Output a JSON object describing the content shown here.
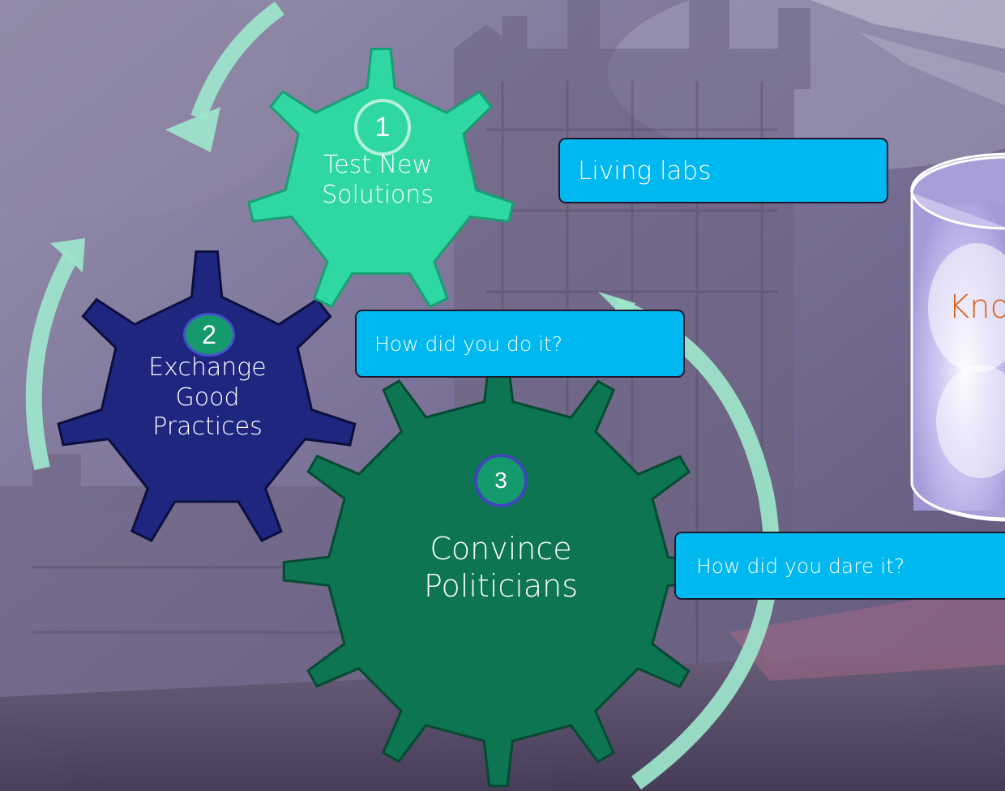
{
  "gears": [
    {
      "number": "1",
      "label_lines": [
        "Test New",
        "Solutions"
      ],
      "color": "#2fd8a3"
    },
    {
      "number": "2",
      "label_lines": [
        "Exchange",
        "Good",
        "Practices"
      ],
      "color": "#1f2680"
    },
    {
      "number": "3",
      "label_lines": [
        "Convince",
        "Politicians"
      ],
      "color": "#0d7552"
    }
  ],
  "callouts": {
    "living_labs": "Living labs",
    "how_did_you_do_it": "How did you do it?",
    "how_did_you_dare_it": "How did you dare it?"
  },
  "knowledge_base": {
    "visible_text": "Kno"
  },
  "colors": {
    "callout_fill": "#00b8f0",
    "arrow": "#9de6cc",
    "background": "#7a7196",
    "kb_text": "#d9601b"
  }
}
